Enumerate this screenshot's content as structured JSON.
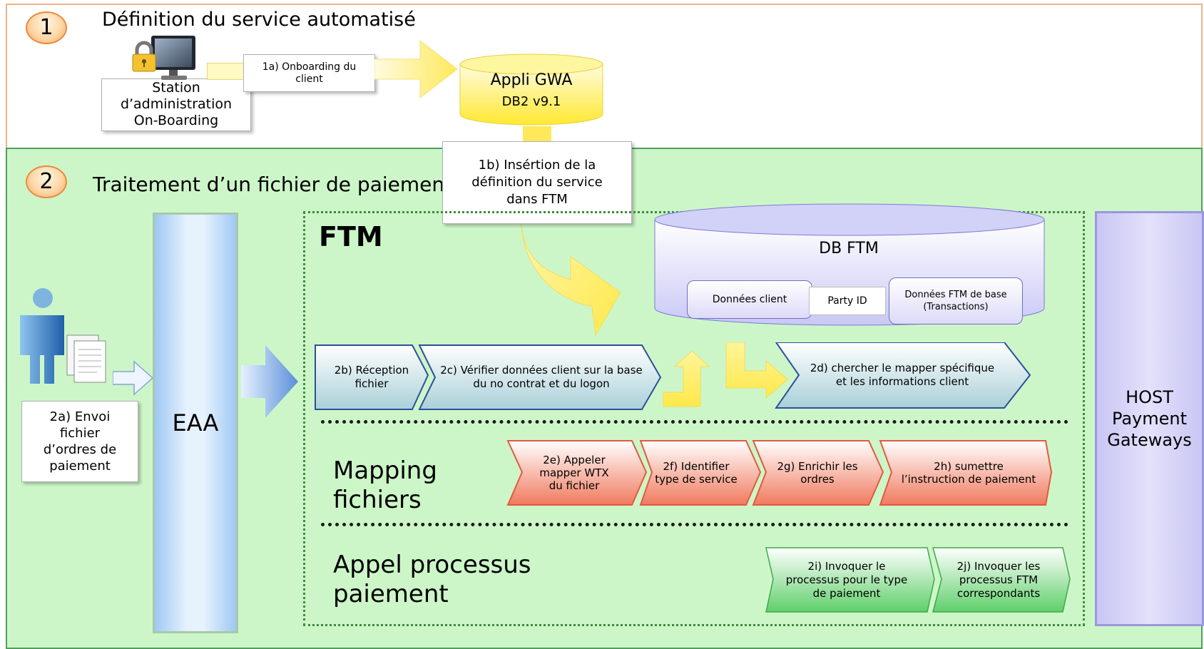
{
  "section1": {
    "number": "1",
    "title": "Définition du service automatisé",
    "station_label": "Station\nd’administration\nOn-Boarding",
    "step_1a": "1a) Onboarding du\nclient",
    "gwa_title": "Appli GWA",
    "gwa_subtitle": "DB2 v9.1",
    "step_1b": "1b) Insértion de la\ndéfinition du service\ndans FTM"
  },
  "section2": {
    "number": "2",
    "title": "Traitement d’un fichier de paiements",
    "step_2a": "2a) Envoi\nfichier\nd’ordres de\npaiement",
    "eaa": "EAA",
    "ftm": "FTM",
    "db_ftm": {
      "title": "DB FTM",
      "client_data": "Données client",
      "party_id": "Party ID",
      "ftm_base": "Données FTM de base\n(Transactions)"
    },
    "reception": {
      "step_2b": "2b) Réception\nfichier",
      "step_2c": "2c) Vérifier données client sur la base\ndu no contrat et du logon",
      "step_2d": "2d) chercher le mapper spécifique\net les informations client"
    },
    "mapping": {
      "label": "Mapping\nfichiers",
      "step_2e": "2e) Appeler\nmapper WTX\ndu fichier",
      "step_2f": "2f) Identifier\ntype de service",
      "step_2g": "2g) Enrichir les\nordres",
      "step_2h": "2h) sumettre\nl’instruction de paiement"
    },
    "payment": {
      "label": "Appel processus\npaiement",
      "step_2i": "2i) Invoquer le\nprocessus pour le type\nde paiement",
      "step_2j": "2j) Invoquer les\nprocessus FTM\ncorrespondants"
    },
    "host": "HOST\nPayment\nGateways"
  },
  "colors": {
    "panel1_border": "#f0b28a",
    "panel2_bg": "#cdf6c8",
    "blue_chevron": "#2e4f9c",
    "red_chevron": "#f07a5e",
    "green_chevron": "#5fcf6a",
    "yellow_arrow": "#ffe95a",
    "host_bg": "#c9c6f4"
  }
}
